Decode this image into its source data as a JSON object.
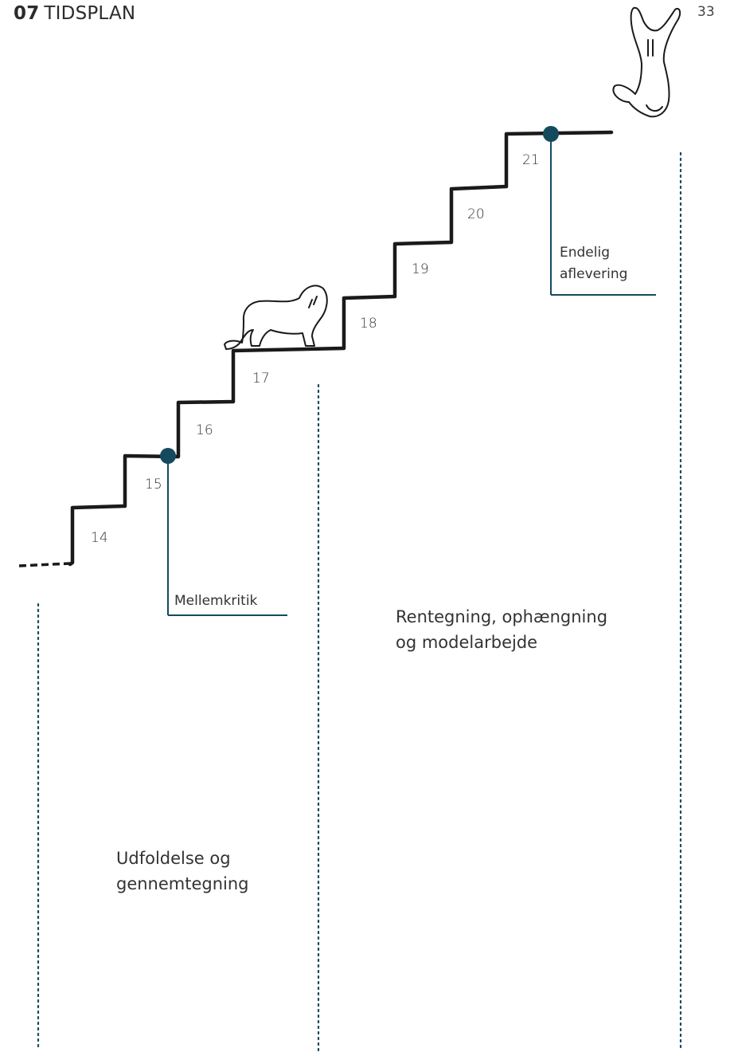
{
  "header": {
    "number": "07",
    "title": "TIDSPLAN"
  },
  "page_number": "33",
  "weeks": [
    "14",
    "15",
    "16",
    "17",
    "18",
    "19",
    "20",
    "21"
  ],
  "milestones": {
    "mid_critique": "Mellemkritik",
    "final_line1": "Endelig",
    "final_line2": "aflevering"
  },
  "phases": {
    "phase1_line1": "Udfoldelse og",
    "phase1_line2": "gennemtegning",
    "phase2_line1": "Rentegning, ophængning",
    "phase2_line2": "og modelarbejde"
  },
  "colors": {
    "accent": "#154a5e",
    "stairs": "#1a1a1a"
  }
}
